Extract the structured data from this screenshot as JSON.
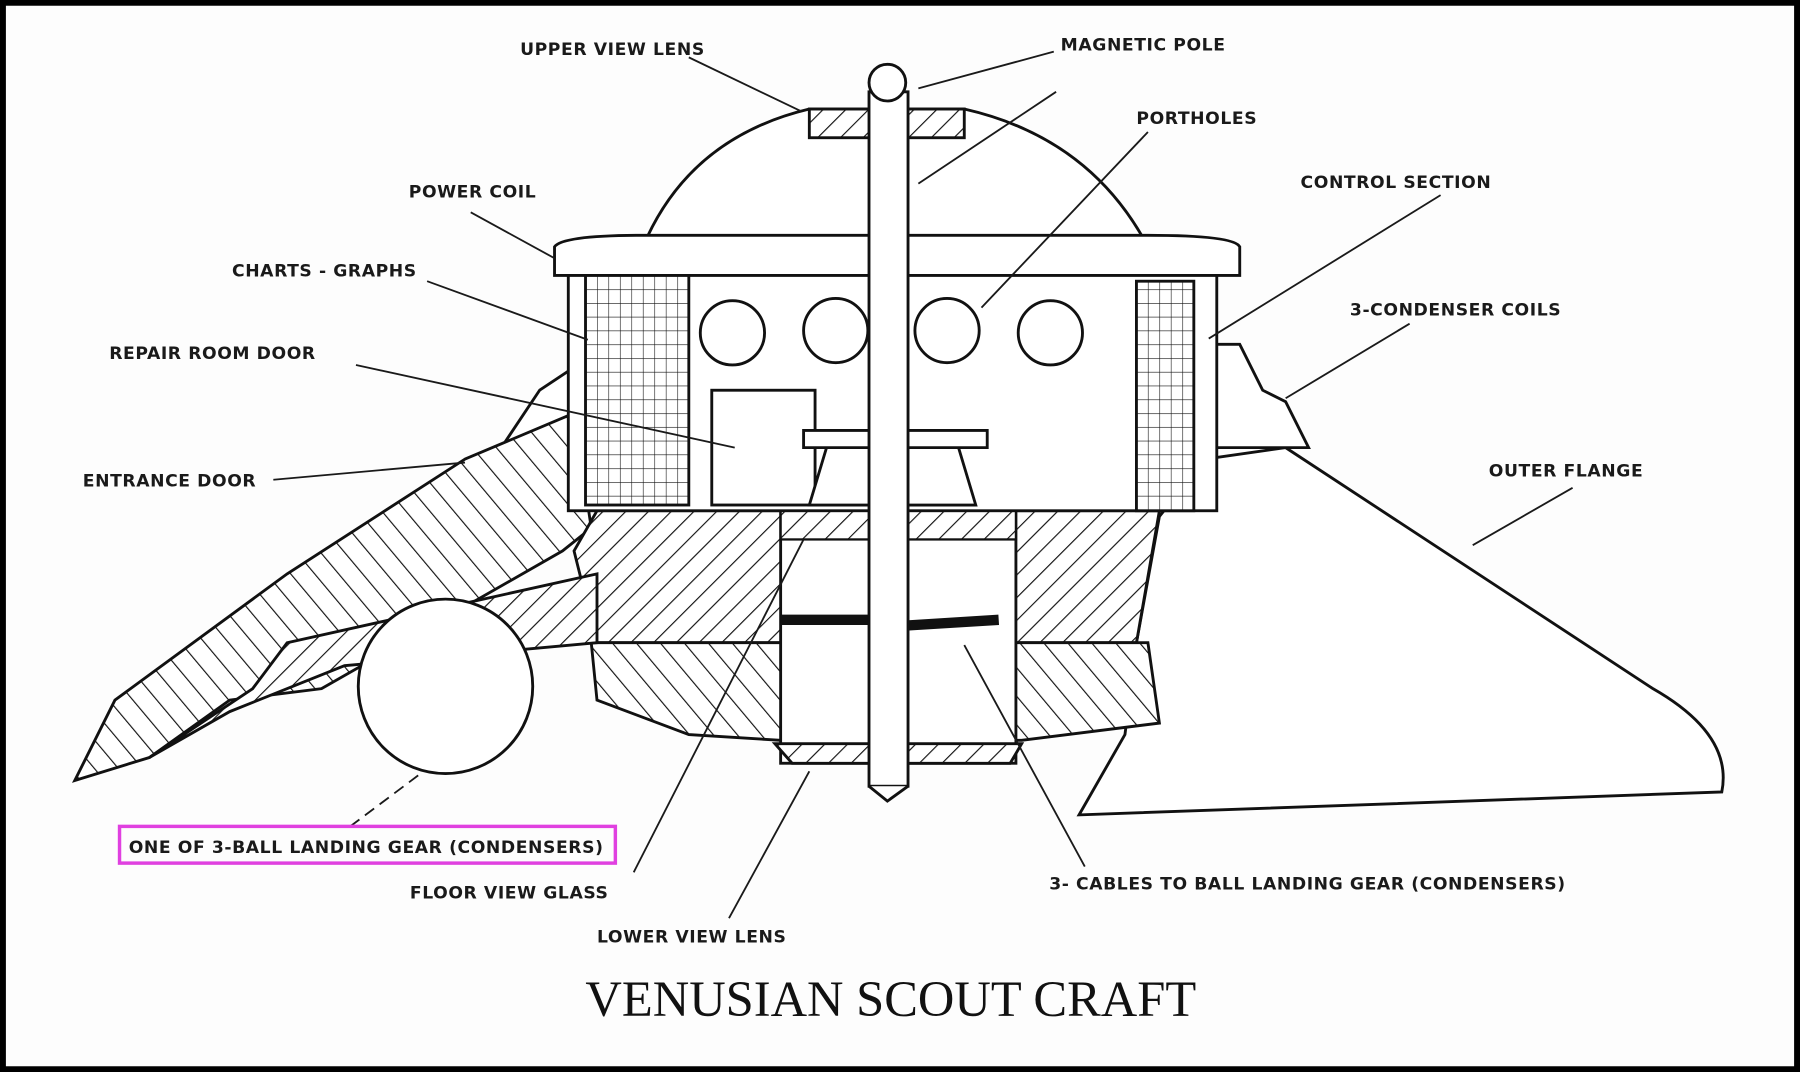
{
  "title": "VENUSIAN SCOUT CRAFT",
  "labels": {
    "upper_view_lens": "UPPER VIEW LENS",
    "magnetic_pole": "MAGNETIC POLE",
    "portholes": "PORTHOLES",
    "power_coil": "POWER COIL",
    "charts_graphs": "CHARTS - GRAPHS",
    "control_section": "CONTROL SECTION",
    "repair_room_door": "REPAIR ROOM DOOR",
    "condenser_coils": "3-CONDENSER COILS",
    "entrance_door": "ENTRANCE DOOR",
    "outer_flange": "OUTER FLANGE",
    "ball_landing_gear": "ONE OF 3-BALL LANDING GEAR (CONDENSERS)",
    "floor_view_glass": "FLOOR VIEW GLASS",
    "lower_view_lens": "LOWER VIEW LENS",
    "cables": "3- CABLES TO BALL LANDING GEAR (CONDENSERS)"
  },
  "colors": {
    "highlight": "#e040e0",
    "ink": "#111111",
    "border": "#000000"
  }
}
